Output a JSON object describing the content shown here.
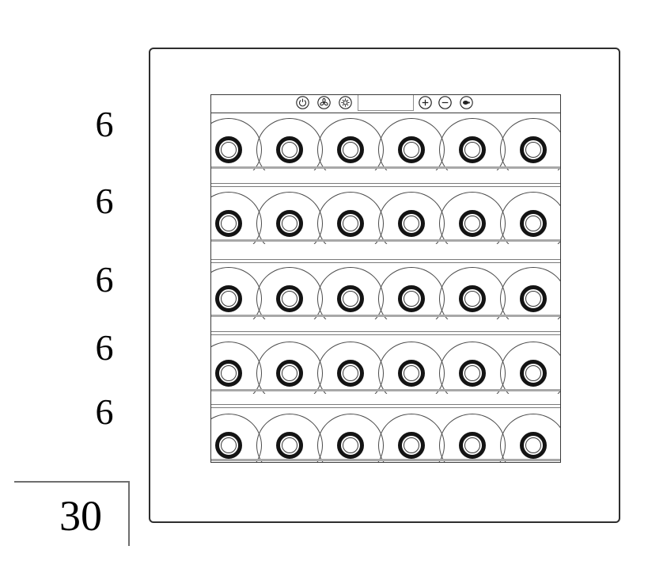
{
  "diagram": {
    "title": "wine-cooler-capacity-drawing",
    "row_labels": [
      "6",
      "6",
      "6",
      "6",
      "6"
    ],
    "bottles_per_row": 6,
    "row_count": 5,
    "total_label": "30"
  },
  "control_panel": {
    "display_value": "",
    "icons": [
      {
        "name": "power-icon"
      },
      {
        "name": "fan-icon"
      },
      {
        "name": "light-icon"
      },
      {
        "name": "plus-icon"
      },
      {
        "name": "minus-icon"
      },
      {
        "name": "bulb-icon"
      }
    ]
  },
  "colors": {
    "line": "#2e2e2e",
    "arc": "#4a4a4a",
    "ring": "#141414",
    "shelf": "#a8a8a8",
    "rail": "#7a7a7a",
    "bracket": "#6e6e6e",
    "text": "#000000"
  }
}
